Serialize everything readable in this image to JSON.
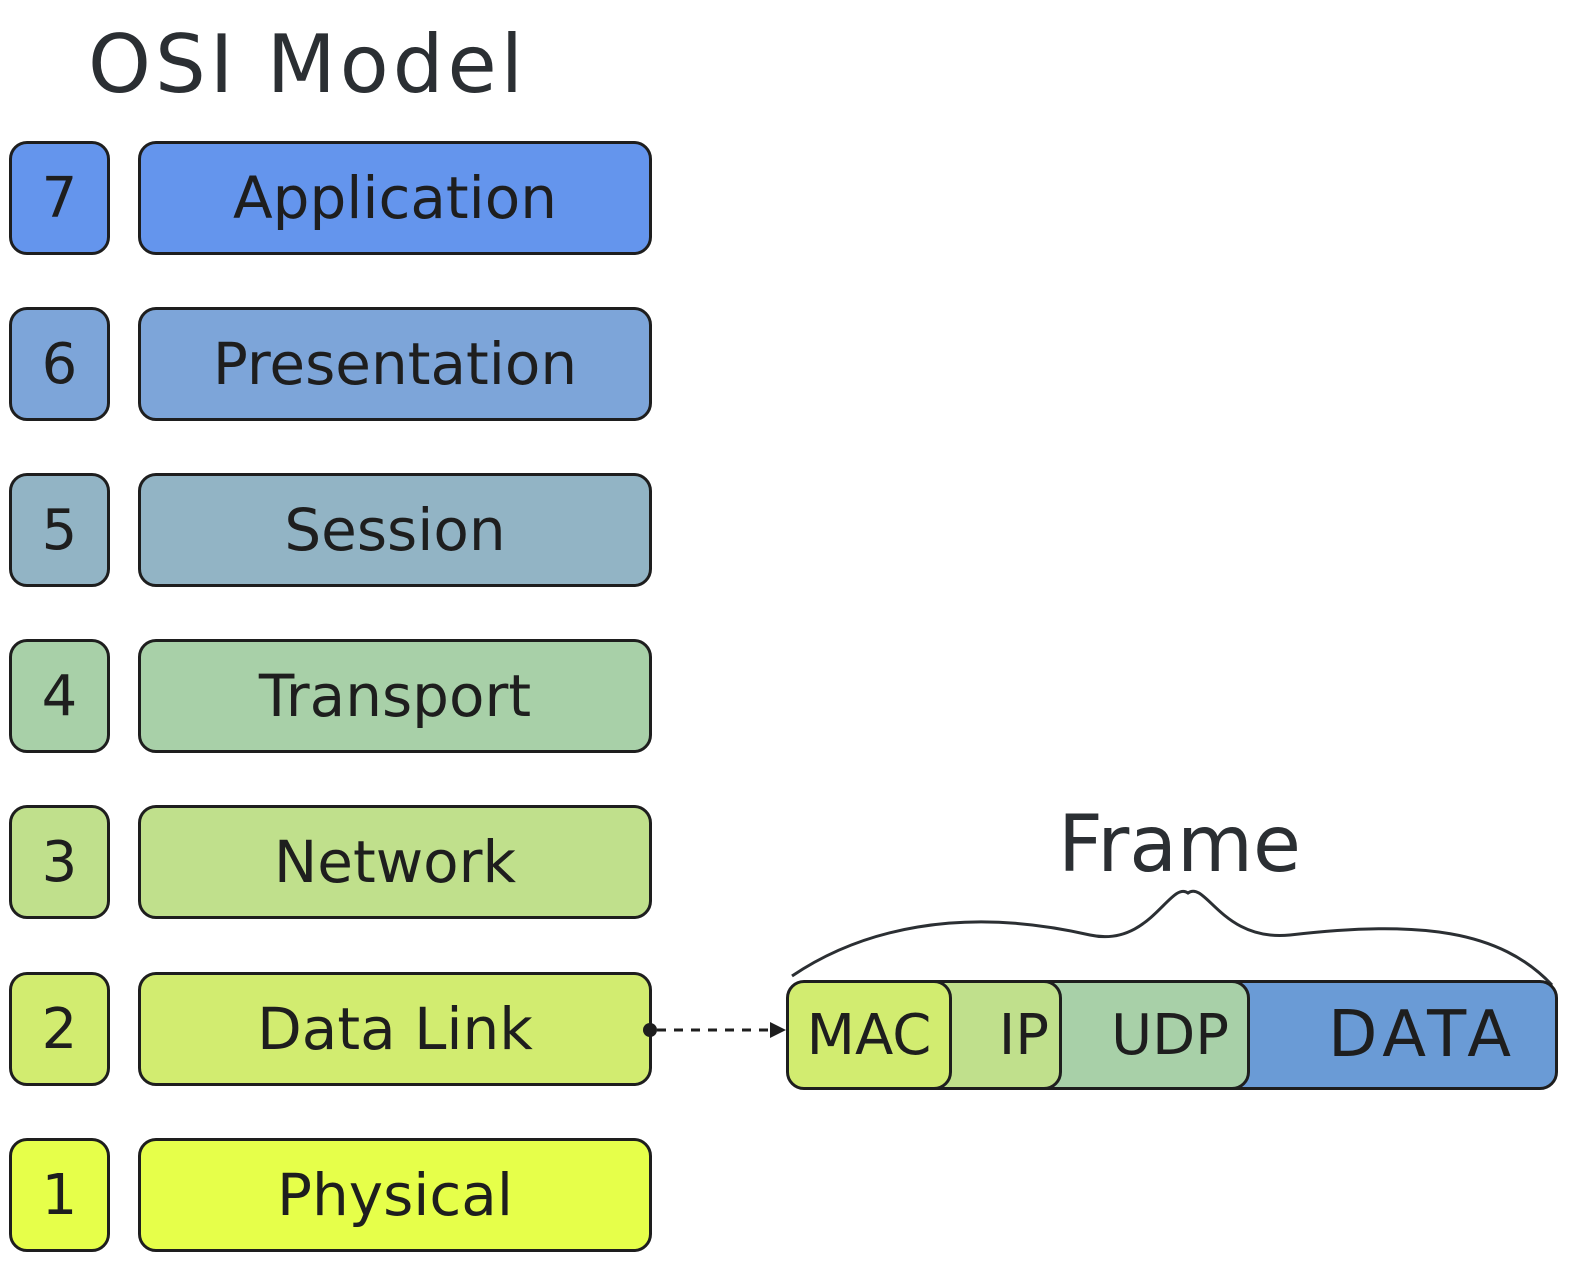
{
  "title": "OSI Model",
  "layers": [
    {
      "number": "7",
      "name": "Application",
      "color": "#6495ed"
    },
    {
      "number": "6",
      "name": "Presentation",
      "color": "#7da5d9"
    },
    {
      "number": "5",
      "name": "Session",
      "color": "#92b4c5"
    },
    {
      "number": "4",
      "name": "Transport",
      "color": "#a8d0a8"
    },
    {
      "number": "3",
      "name": "Network",
      "color": "#c0e08c"
    },
    {
      "number": "2",
      "name": "Data Link",
      "color": "#d2ec70"
    },
    {
      "number": "1",
      "name": "Physical",
      "color": "#e6ff4a"
    }
  ],
  "frame": {
    "label": "Frame",
    "segments": [
      {
        "label": "MAC",
        "color": "#d2ec70"
      },
      {
        "label": "IP",
        "color": "#c0e08c"
      },
      {
        "label": "UDP",
        "color": "#a8d0a8"
      },
      {
        "label": "DATA",
        "color": "#6a9bd6"
      }
    ]
  },
  "colors": {
    "stroke": "#1e1e1e"
  }
}
